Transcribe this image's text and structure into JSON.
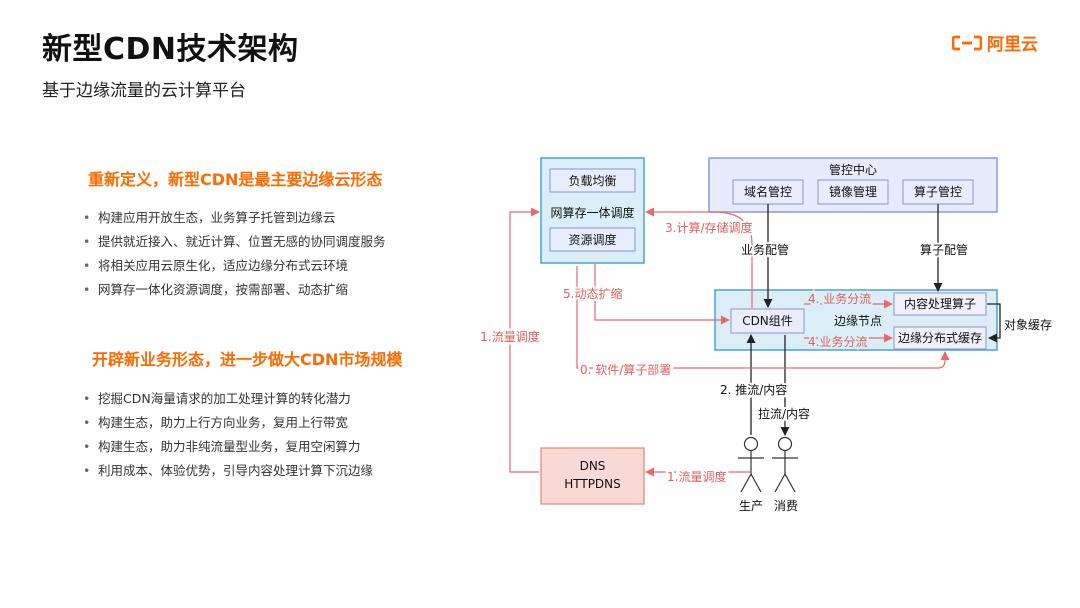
{
  "header": {
    "title": "新型CDN技术架构",
    "subtitle": "基于边缘流量的云计算平台",
    "logo_text": "阿里云",
    "logo_icon": "aliyun-logo-icon",
    "brand_color": "#ff6a00"
  },
  "section1": {
    "heading": "重新定义，新型CDN是最主要边缘云形态",
    "bullets": [
      "构建应用开放生态，业务算子托管到边缘云",
      "提供就近接入、就近计算、位置无感的协同调度服务",
      "将相关应用云原生化，适应边缘分布式云环境",
      "网算存一体化资源调度，按需部署、动态扩缩"
    ]
  },
  "section2": {
    "heading": "开辟新业务形态，进一步做大CDN市场规模",
    "bullets": [
      "挖掘CDN海量请求的加工处理计算的转化潜力",
      "构建生态，助力上行方向业务，复用上行带宽",
      "构建生态，助力非纯流量型业务，复用空闲算力",
      "利用成本、体验优势，引导内容处理计算下沉边缘"
    ]
  },
  "diagram": {
    "scheduler": {
      "title": "网算存一体调度",
      "box1": "负载均衡",
      "box2": "资源调度"
    },
    "control": {
      "title": "管控中心",
      "box1": "域名管控",
      "box2": "镜像管理",
      "box3": "算子管控"
    },
    "edge": {
      "label": "边缘节点",
      "cdn": "CDN组件",
      "content": "内容处理算子",
      "cache": "边缘分布式缓存"
    },
    "dns": {
      "line1": "DNS",
      "line2": "HTTPDNS"
    },
    "labels": {
      "compute_storage": "3.计算/存储调度",
      "dynamic_scale": "5.动态扩缩",
      "traffic_sched_v": "1.流量调度",
      "software_deploy": "0. 软件/算子部署",
      "business_config": "业务配管",
      "operator_config": "算子配管",
      "flow_split_1": "4. 业务分流",
      "flow_split_2": "4.业务分流",
      "object_cache": "对象缓存",
      "push_stream": "2. 推流/内容",
      "pull_stream": "拉流/内容",
      "traffic_sched_h": "1.流量调度",
      "producer": "生产",
      "consumer": "消费"
    },
    "colors": {
      "panel_fill": "#dbeef8",
      "panel_stroke": "#4aa3cf",
      "control_fill": "#e8ebfb",
      "control_stroke": "#8f98dc",
      "dns_fill": "#f8d9d5",
      "dns_stroke": "#e0857c",
      "red_arrow": "#e8696a",
      "red_label": "#e0605c"
    }
  }
}
